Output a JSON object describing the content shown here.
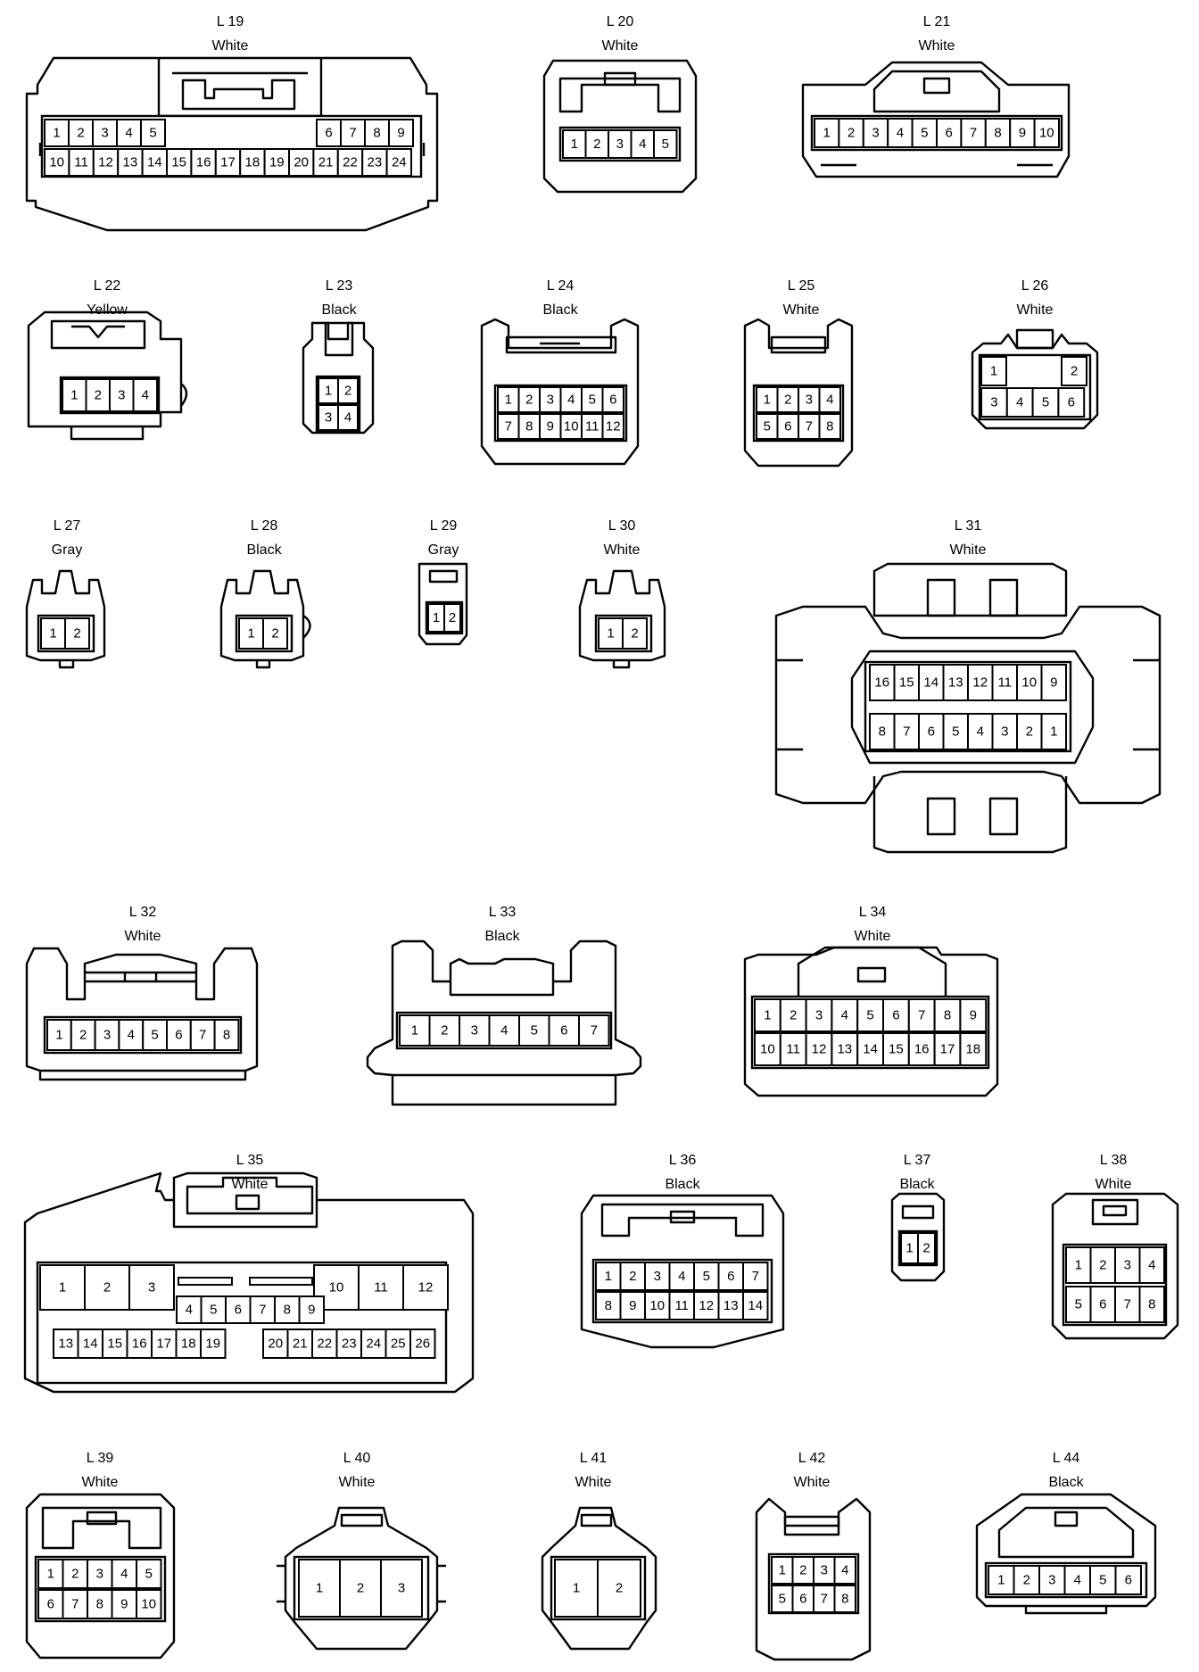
{
  "connectors": [
    {
      "id": "L 19",
      "color": "White"
    },
    {
      "id": "L 20",
      "color": "White"
    },
    {
      "id": "L 21",
      "color": "White"
    },
    {
      "id": "L 22",
      "color": "Yellow"
    },
    {
      "id": "L 23",
      "color": "Black"
    },
    {
      "id": "L 24",
      "color": "Black"
    },
    {
      "id": "L 25",
      "color": "White"
    },
    {
      "id": "L 26",
      "color": "White"
    },
    {
      "id": "L 27",
      "color": "Gray"
    },
    {
      "id": "L 28",
      "color": "Black"
    },
    {
      "id": "L 29",
      "color": "Gray"
    },
    {
      "id": "L 30",
      "color": "White"
    },
    {
      "id": "L 31",
      "color": "White"
    },
    {
      "id": "L 32",
      "color": "White"
    },
    {
      "id": "L 33",
      "color": "Black"
    },
    {
      "id": "L 34",
      "color": "White"
    },
    {
      "id": "L 35",
      "color": "White"
    },
    {
      "id": "L 36",
      "color": "Black"
    },
    {
      "id": "L 37",
      "color": "Black"
    },
    {
      "id": "L 38",
      "color": "White"
    },
    {
      "id": "L 39",
      "color": "White"
    },
    {
      "id": "L 40",
      "color": "White"
    },
    {
      "id": "L 41",
      "color": "White"
    },
    {
      "id": "L 42",
      "color": "White"
    },
    {
      "id": "L 44",
      "color": "Black"
    }
  ],
  "pins": {
    "L19": {
      "row1a": [
        "1",
        "2",
        "3",
        "4",
        "5"
      ],
      "row1b": [
        "6",
        "7",
        "8",
        "9"
      ],
      "row2": [
        "10",
        "11",
        "12",
        "13",
        "14",
        "15",
        "16",
        "17",
        "18",
        "19",
        "20",
        "21",
        "22",
        "23",
        "24"
      ]
    },
    "L20": [
      "1",
      "2",
      "3",
      "4",
      "5"
    ],
    "L21": [
      "1",
      "2",
      "3",
      "4",
      "5",
      "6",
      "7",
      "8",
      "9",
      "10"
    ],
    "L22": [
      "1",
      "2",
      "3",
      "4"
    ],
    "L23": [
      [
        "1",
        "2"
      ],
      [
        "3",
        "4"
      ]
    ],
    "L24": [
      [
        "1",
        "2",
        "3",
        "4",
        "5",
        "6"
      ],
      [
        "7",
        "8",
        "9",
        "10",
        "11",
        "12"
      ]
    ],
    "L25": [
      [
        "1",
        "2",
        "3",
        "4"
      ],
      [
        "5",
        "6",
        "7",
        "8"
      ]
    ],
    "L26": {
      "top": [
        "1",
        "2"
      ],
      "bottom": [
        "3",
        "4",
        "5",
        "6"
      ]
    },
    "L27": [
      "1",
      "2"
    ],
    "L28": [
      "1",
      "2"
    ],
    "L29": [
      "1",
      "2"
    ],
    "L30": [
      "1",
      "2"
    ],
    "L31": [
      [
        "16",
        "15",
        "14",
        "13",
        "12",
        "11",
        "10",
        "9"
      ],
      [
        "8",
        "7",
        "6",
        "5",
        "4",
        "3",
        "2",
        "1"
      ]
    ],
    "L32": [
      "1",
      "2",
      "3",
      "4",
      "5",
      "6",
      "7",
      "8"
    ],
    "L33": [
      "1",
      "2",
      "3",
      "4",
      "5",
      "6",
      "7"
    ],
    "L34": [
      [
        "1",
        "2",
        "3",
        "4",
        "5",
        "6",
        "7",
        "8",
        "9"
      ],
      [
        "10",
        "11",
        "12",
        "13",
        "14",
        "15",
        "16",
        "17",
        "18"
      ]
    ],
    "L35": {
      "big": [
        "1",
        "2",
        "3",
        "10",
        "11",
        "12"
      ],
      "mid": [
        "4",
        "5",
        "6",
        "7",
        "8",
        "9"
      ],
      "low_left": [
        "13",
        "14",
        "15",
        "16",
        "17",
        "18",
        "19"
      ],
      "low_right": [
        "20",
        "21",
        "22",
        "23",
        "24",
        "25",
        "26"
      ]
    },
    "L36": [
      [
        "1",
        "2",
        "3",
        "4",
        "5",
        "6",
        "7"
      ],
      [
        "8",
        "9",
        "10",
        "11",
        "12",
        "13",
        "14"
      ]
    ],
    "L37": [
      "1",
      "2"
    ],
    "L38": [
      [
        "1",
        "2",
        "3",
        "4"
      ],
      [
        "5",
        "6",
        "7",
        "8"
      ]
    ],
    "L39": [
      [
        "1",
        "2",
        "3",
        "4",
        "5"
      ],
      [
        "6",
        "7",
        "8",
        "9",
        "10"
      ]
    ],
    "L40": [
      "1",
      "2",
      "3"
    ],
    "L41": [
      "1",
      "2"
    ],
    "L42": [
      [
        "1",
        "2",
        "3",
        "4"
      ],
      [
        "5",
        "6",
        "7",
        "8"
      ]
    ],
    "L44": [
      "1",
      "2",
      "3",
      "4",
      "5",
      "6"
    ]
  }
}
